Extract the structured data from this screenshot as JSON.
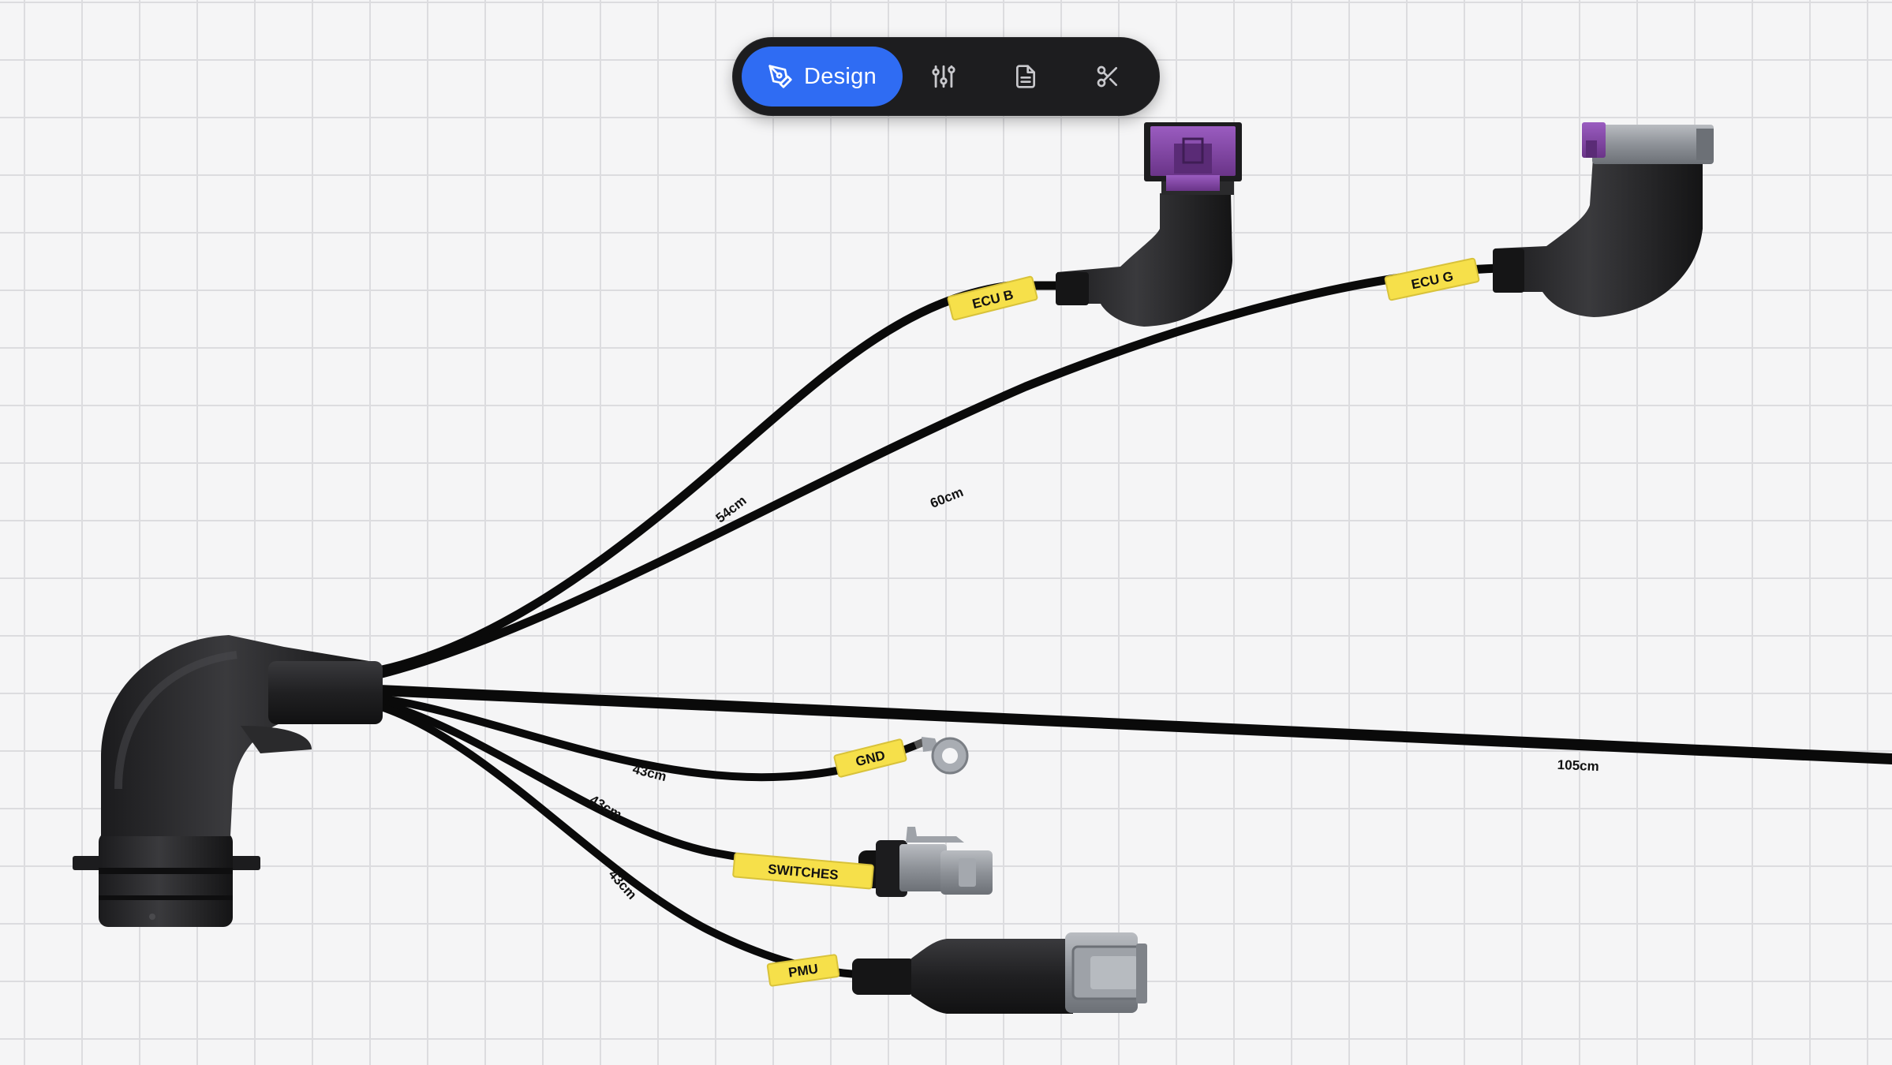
{
  "toolbar": {
    "design_label": "Design",
    "items": [
      "pen-icon",
      "parameters-icon",
      "document-icon",
      "scissors-icon"
    ]
  },
  "cables": {
    "ecu_b": {
      "tag": "ECU B",
      "length": "54cm"
    },
    "ecu_g": {
      "tag": "ECU G",
      "length": "60cm"
    },
    "main_run": {
      "length": "105cm"
    },
    "gnd": {
      "tag": "GND",
      "length": "43cm"
    },
    "switches": {
      "tag": "SWITCHES",
      "length": "43cm"
    },
    "pmu": {
      "tag": "PMU",
      "length": "43cm"
    }
  },
  "colors": {
    "accent": "#2f6cf3",
    "cable": "#0a0a0a",
    "tag": "#f6e04a",
    "connector_purple": "#7b3f9e",
    "connector_grey": "#8e9298"
  }
}
